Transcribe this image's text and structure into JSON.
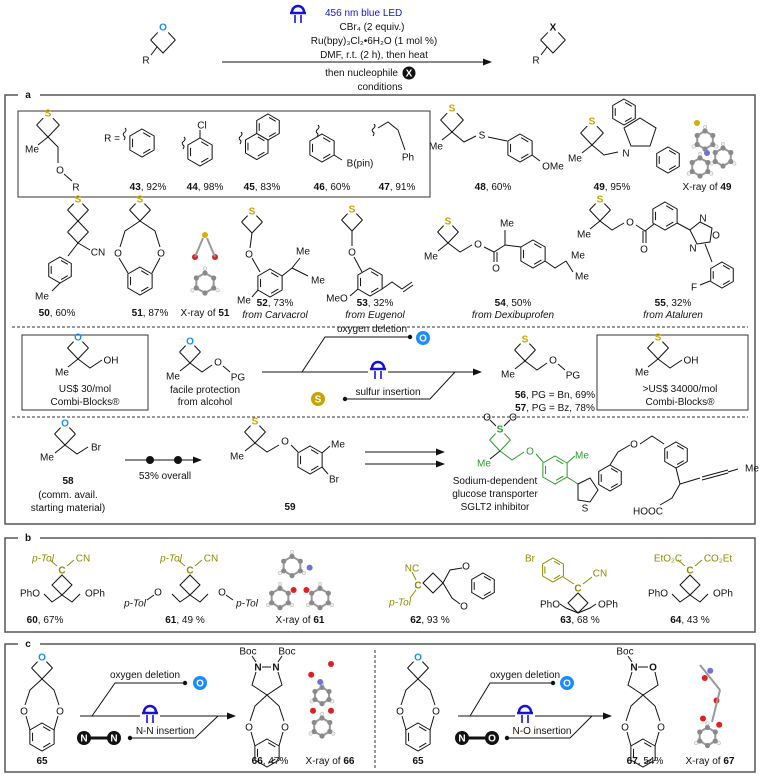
{
  "colors": {
    "oxygen": "#1a8cff",
    "sulfur": "#c9a400",
    "carbon_b": "#8c8c00",
    "led": "#1414d8",
    "drug": "#2a9a2a",
    "frame": "#555555"
  },
  "icons": {
    "led": "blue-led-icon",
    "oxygen_badge": "oxygen-atom-badge",
    "sulfur_badge": "sulfur-atom-badge",
    "nucleophile_badge": "nucleophile-x-badge",
    "nn_badge": "n-n-dumbbell-icon",
    "no_badge": "n-o-dumbbell-icon"
  },
  "scheme": {
    "led_label": "456 nm blue LED",
    "reagent1": "CBr₄ (2 equiv.)",
    "reagent2": "Ru(bpy)₃Cl₂•6H₂O (1 mol %)",
    "reagent3": "DMF, r.t. (2 h), then heat",
    "then_label": "then nucleophile",
    "x_badge": "X",
    "conditions": "conditions"
  },
  "atoms": {
    "S": "S",
    "O": "O",
    "Me": "Me",
    "R": "R",
    "X": "X",
    "Cl": "Cl",
    "Bpin": "B(pin)",
    "Ph": "Ph",
    "OMe": "OMe",
    "N": "N",
    "CN": "CN",
    "MeO": "MeO",
    "F": "F",
    "OH": "OH",
    "PG": "PG",
    "Br": "Br",
    "pTol": "p-Tol",
    "PhO": "PhO",
    "OPh": "OPh",
    "NC": "NC",
    "C": "C",
    "EtO2C": "EtO₂C",
    "CO2Et": "CO₂Et",
    "Boc": "Boc",
    "HOOC": "HOOC",
    "Req": "R ="
  },
  "panels": {
    "a": "a",
    "b": "b",
    "c": "c"
  },
  "labels": {
    "c43": [
      "43",
      ", 92%"
    ],
    "c44": [
      "44",
      ", 98%"
    ],
    "c45": [
      "45",
      ", 83%"
    ],
    "c46": [
      "46",
      ", 60%"
    ],
    "c47": [
      "47",
      ", 91%"
    ],
    "c48": [
      "48",
      ", 60%"
    ],
    "c49": [
      "49",
      ", 95%"
    ],
    "x49": [
      "X-ray of ",
      "49"
    ],
    "c50": [
      "50",
      ", 60%"
    ],
    "c51": [
      "51",
      ", 87%"
    ],
    "x51": [
      "X-ray of ",
      "51"
    ],
    "c52": [
      "52",
      ", 73%"
    ],
    "c53": [
      "53",
      ", 32%"
    ],
    "c54": [
      "54",
      ", 50%"
    ],
    "c55": [
      "55",
      ", 32%"
    ],
    "c56": [
      "56",
      ", PG = Bn, 69%"
    ],
    "c57": [
      "57",
      ", PG = Bz, 78%"
    ],
    "c58": [
      "58",
      ""
    ],
    "c59": [
      "59",
      ""
    ],
    "c60": [
      "60",
      ", 67%"
    ],
    "c61": [
      "61",
      ", 49 %"
    ],
    "x61": [
      "X-ray of ",
      "61"
    ],
    "c62": [
      "62",
      ", 93 %"
    ],
    "c63": [
      "63",
      ", 68 %"
    ],
    "c64": [
      "64",
      ", 43 %"
    ],
    "c65a": [
      "65",
      ""
    ],
    "c66": [
      "66",
      ", 47%"
    ],
    "x66": [
      "X-ray of ",
      "66"
    ],
    "c65b": [
      "65",
      ""
    ],
    "c67": [
      "67",
      ", 54%"
    ],
    "x67": [
      "X-ray of ",
      "67"
    ]
  },
  "sources": {
    "c52": "from Carvacrol",
    "c53": "from Eugenol",
    "c54": "from Dexibuprofen",
    "c55": "from Ataluren"
  },
  "strategy": {
    "cheap_price": "US$ 30/mol",
    "cheap_vendor": "Combi-Blocks®",
    "protection_1": "facile protection",
    "protection_2": "from alcohol",
    "oxygen_deletion": "oxygen deletion",
    "sulfur_insertion": "sulfur insertion",
    "expensive_price": ">US$ 34000/mol",
    "expensive_vendor": "Combi-Blocks®"
  },
  "synthesis": {
    "comm_1": "(comm. avail.",
    "comm_2": "starting material)",
    "overall": "53% overall",
    "target_1": "Sodium-dependent",
    "target_2": "glucose transporter",
    "target_3": "SGLT2 inhibitor"
  },
  "panel_c": {
    "oxygen_deletion": "oxygen deletion",
    "nn_insertion": "N-N insertion",
    "no_insertion": "N-O insertion"
  }
}
